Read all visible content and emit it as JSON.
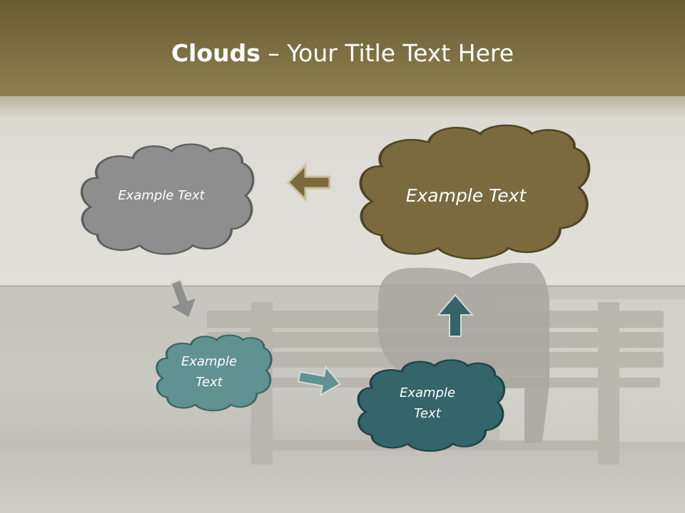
{
  "title": {
    "bold": "Clouds",
    "separator": " – ",
    "rest": "Your Title Text Here"
  },
  "clouds": {
    "large_olive": {
      "label": "Example Text",
      "color": "#7a6a3e"
    },
    "gray": {
      "label": "Example Text",
      "color": "#8e8e8e"
    },
    "small_teal": {
      "label": "Example Text",
      "color": "#5f9291"
    },
    "dark_teal": {
      "label": "Example Text",
      "color": "#33656a"
    }
  },
  "arrows": {
    "left": {
      "color": "#7a6a3e"
    },
    "down": {
      "color": "#8e8e8e"
    },
    "right": {
      "color": "#5f9291"
    },
    "up": {
      "color": "#33656a"
    }
  },
  "background": {
    "banner_top": "#685c35",
    "banner_bottom": "#8e7f4e"
  }
}
